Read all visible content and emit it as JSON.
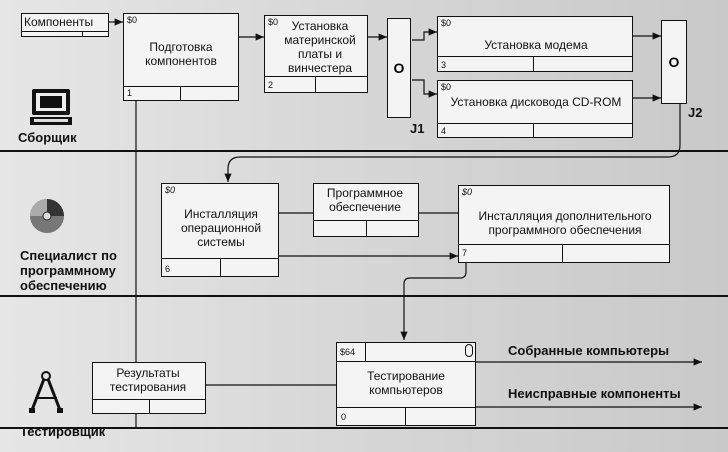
{
  "lanes": [
    {
      "id": "assembler",
      "label": "Сборщик",
      "icon": "computer-icon"
    },
    {
      "id": "software",
      "label": "Специалист по программному обеспечению",
      "icon": "disc-icon"
    },
    {
      "id": "tester",
      "label": "Тестировщик",
      "icon": "compass-icon"
    }
  ],
  "objects": {
    "components": "Компоненты",
    "software": "Программное обеспечение",
    "test_results": "Результаты тестирования"
  },
  "units": [
    {
      "cost": "$0",
      "title": "Подготовка компонентов",
      "num": "1"
    },
    {
      "cost": "$0",
      "title": "Установка материнской платы и винчестера",
      "num": "2"
    },
    {
      "cost": "$0",
      "title": "Установка модема",
      "num": "3"
    },
    {
      "cost": "$0",
      "title": "Установка дисковода CD-ROM",
      "num": "4"
    },
    {
      "cost": "$0",
      "title": "Инсталляция операционной системы",
      "num": "6"
    },
    {
      "cost": "$0",
      "title": "Инсталляция дополнительного программного обеспечения",
      "num": "7"
    },
    {
      "cost": "$64",
      "title": "Тестирование компьютеров",
      "num": "0"
    }
  ],
  "junctions": [
    {
      "label": "J1",
      "symbol": "O"
    },
    {
      "label": "J2",
      "symbol": "O"
    }
  ],
  "outputs": [
    "Собранные компьютеры",
    "Неисправные компоненты"
  ],
  "colors": {
    "line": "#111111",
    "box": "#f4f4f4",
    "background": "#d9d9d9"
  }
}
